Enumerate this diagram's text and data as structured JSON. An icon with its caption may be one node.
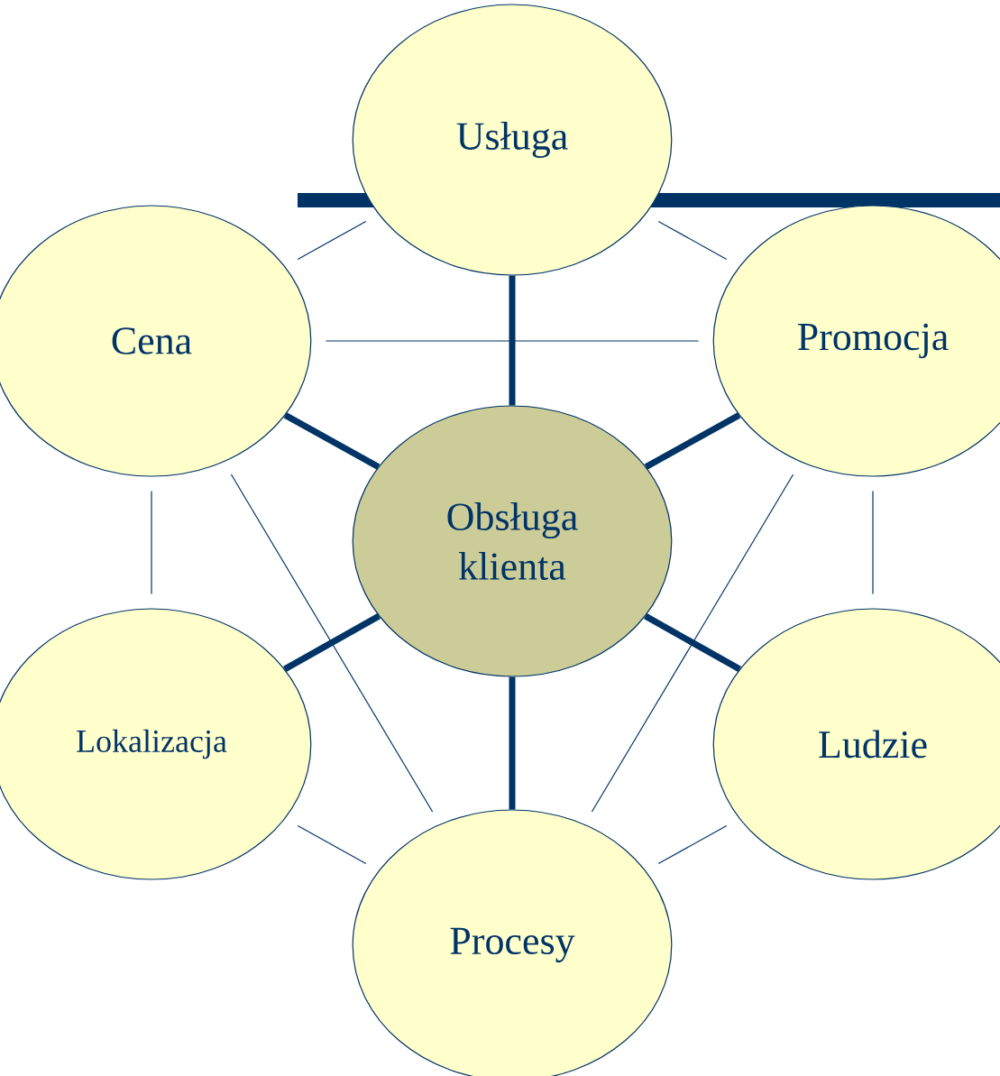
{
  "diagram": {
    "nodes": [
      {
        "text": [
          "Usługa"
        ]
      },
      {
        "text": [
          "Cena"
        ]
      },
      {
        "text": [
          "Promocja"
        ]
      },
      {
        "text": [
          "Obsługa klienta"
        ]
      },
      {
        "text": [
          "Lokalizacja"
        ]
      },
      {
        "text": [
          "Ludzie"
        ]
      },
      {
        "text": [
          "Procesy"
        ]
      },
      {
        "text": [],
        "shape": "bar"
      }
    ],
    "edges": [
      {
        "from": 0,
        "to": 1,
        "arrow": "none"
      },
      {
        "from": 0,
        "to": 2,
        "arrow": "none"
      },
      {
        "from": 1,
        "to": 2,
        "arrow": "none"
      },
      {
        "from": 1,
        "to": 4,
        "arrow": "none"
      },
      {
        "from": 2,
        "to": 5,
        "arrow": "none"
      },
      {
        "from": 1,
        "to": 6,
        "arrow": "none"
      },
      {
        "from": 2,
        "to": 6,
        "arrow": "none"
      },
      {
        "from": 4,
        "to": 6,
        "arrow": "none"
      },
      {
        "from": 5,
        "to": 6,
        "arrow": "none"
      },
      {
        "from": 3,
        "to": 0,
        "arrow": "none",
        "style": "thick"
      },
      {
        "from": 3,
        "to": 1,
        "arrow": "none",
        "style": "thick"
      },
      {
        "from": 3,
        "to": 2,
        "arrow": "none",
        "style": "thick"
      },
      {
        "from": 3,
        "to": 4,
        "arrow": "none",
        "style": "thick"
      },
      {
        "from": 3,
        "to": 5,
        "arrow": "none",
        "style": "thick"
      },
      {
        "from": 3,
        "to": 6,
        "arrow": "none",
        "style": "thick"
      }
    ]
  }
}
